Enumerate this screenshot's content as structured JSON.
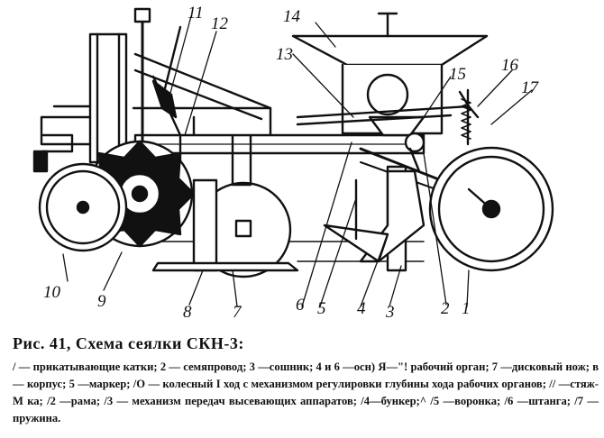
{
  "figure": {
    "labels": [
      {
        "id": "1",
        "text": "1"
      },
      {
        "id": "2",
        "text": "2"
      },
      {
        "id": "3",
        "text": "3"
      },
      {
        "id": "4",
        "text": "4"
      },
      {
        "id": "5",
        "text": "5"
      },
      {
        "id": "6",
        "text": "6"
      },
      {
        "id": "7",
        "text": "7"
      },
      {
        "id": "8",
        "text": "8"
      },
      {
        "id": "9",
        "text": "9"
      },
      {
        "id": "10",
        "text": "10"
      },
      {
        "id": "11",
        "text": "11"
      },
      {
        "id": "12",
        "text": "12"
      },
      {
        "id": "13",
        "text": "13"
      },
      {
        "id": "14",
        "text": "14"
      },
      {
        "id": "15",
        "text": "15"
      },
      {
        "id": "16",
        "text": "16"
      },
      {
        "id": "17",
        "text": "17"
      }
    ]
  },
  "caption": {
    "title": "Рис. 41, Схема сеялки СКН-3:",
    "legend": "/ — прикатывающие катки; 2 — семяпровод; 3 —сошник; 4 и 6 —осн) Я—\"! рабочий орган; 7 —дисковый нож; в — корпус; 5 —маркер; /О — колесный I ход с механизмом регулировки глубины хода рабочих органов; // —стяж-М ка; /2 —рама; /3 — механизм передач высевающих аппаратов; /4—бункер;^ /5 —воронка; /6 —штанга; /7 — пружина."
  }
}
